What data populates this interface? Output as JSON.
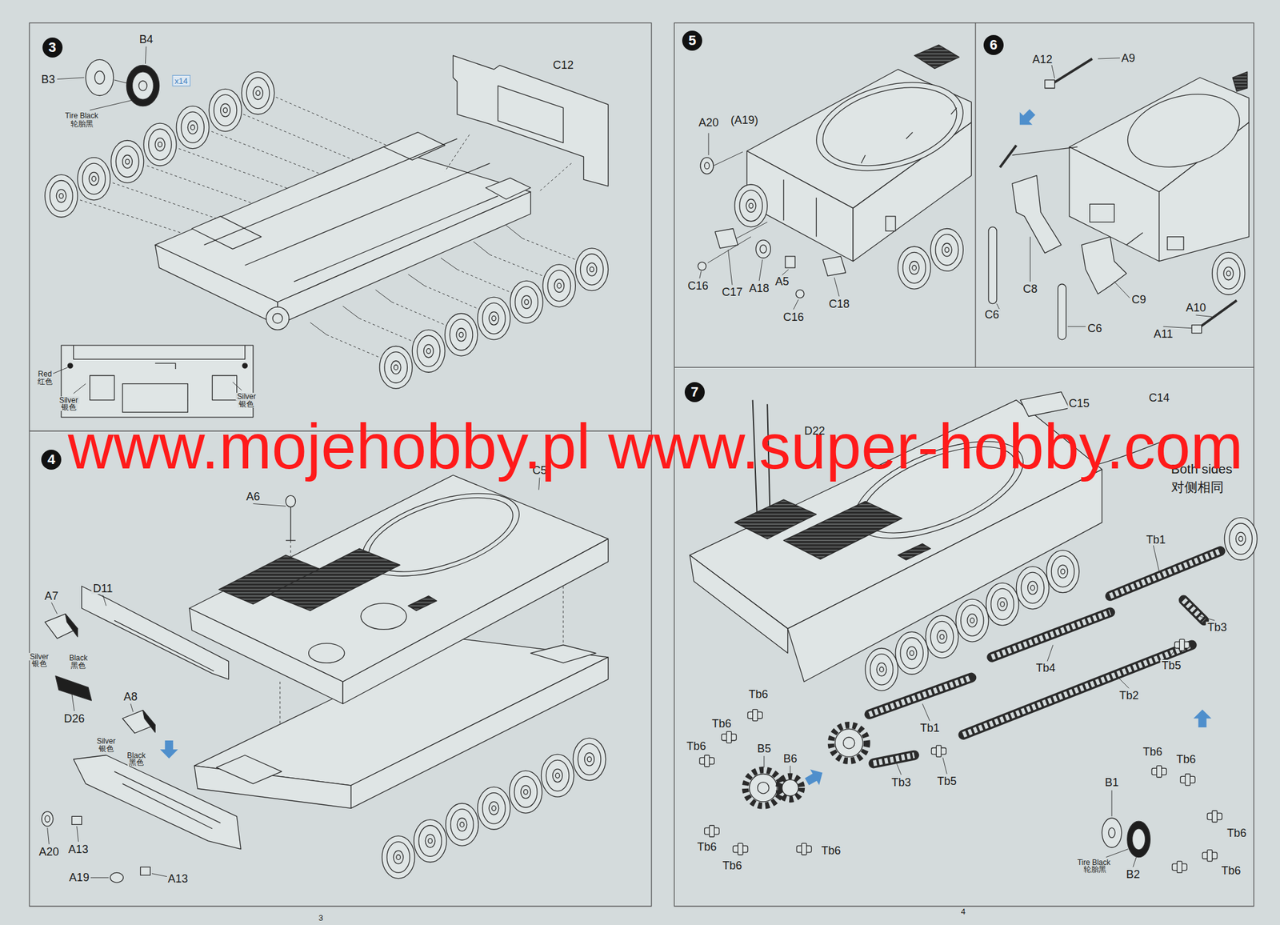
{
  "diagram": {
    "nodes": [
      {
        "text": [
          "3"
        ]
      },
      {
        "text": [
          "x14"
        ]
      },
      {
        "text": [
          "4"
        ]
      },
      {
        "text": [
          "5"
        ]
      },
      {
        "text": [
          "6"
        ]
      },
      {
        "text": [
          "7"
        ]
      }
    ],
    "edges": [],
    "labels": [
      "B4",
      "B3",
      "Tire Black",
      "轮胎黑",
      "C12",
      "Red",
      "红色",
      "Silver",
      "银色",
      "Silver",
      "银色",
      "A6",
      "C5",
      "A7",
      "D11",
      "Silver",
      "银色",
      "Black",
      "黑色",
      "D26",
      "A8",
      "Silver",
      "银色",
      "Black",
      "黑色",
      "A20",
      "A13",
      "A19",
      "A13",
      "A20",
      "(A19)",
      "C16",
      "C17",
      "A18",
      "A5",
      "C16",
      "C18",
      "A12",
      "A9",
      "C8",
      "C9",
      "C6",
      "C6",
      "A10",
      "A11",
      "D22",
      "C15",
      "C14",
      "Both sides",
      "对侧相同",
      "Tb1",
      "Tb3",
      "Tb4",
      "Tb5",
      "Tb2",
      "Tb1",
      "Tb3",
      "Tb5",
      "Tb6",
      "Tb6",
      "Tb6",
      "B5",
      "B6",
      "Tb6",
      "Tb6",
      "Tb6",
      "Tb6",
      "Tb6",
      "B1",
      "Tb6",
      "Tb6",
      "Tire Black",
      "轮胎黑",
      "B2",
      "3",
      "4",
      "www.mojehobby.pl www.super-hobby.com"
    ]
  }
}
